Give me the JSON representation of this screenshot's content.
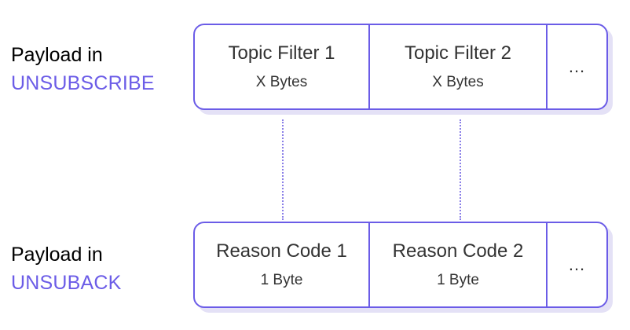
{
  "colors": {
    "accent": "#6b5ce7",
    "shadow": "#e4e1f6",
    "text": "#333333",
    "label": "#000000"
  },
  "unsubscribe": {
    "label_line1": "Payload in",
    "label_line2": "UNSUBSCRIBE",
    "cells": [
      {
        "title": "Topic Filter 1",
        "size": "X Bytes"
      },
      {
        "title": "Topic Filter 2",
        "size": "X Bytes"
      },
      {
        "title": "..."
      }
    ]
  },
  "unsuback": {
    "label_line1": "Payload in",
    "label_line2": "UNSUBACK",
    "cells": [
      {
        "title": "Reason Code 1",
        "size": "1 Byte"
      },
      {
        "title": "Reason Code 2",
        "size": "1 Byte"
      },
      {
        "title": "..."
      }
    ]
  }
}
